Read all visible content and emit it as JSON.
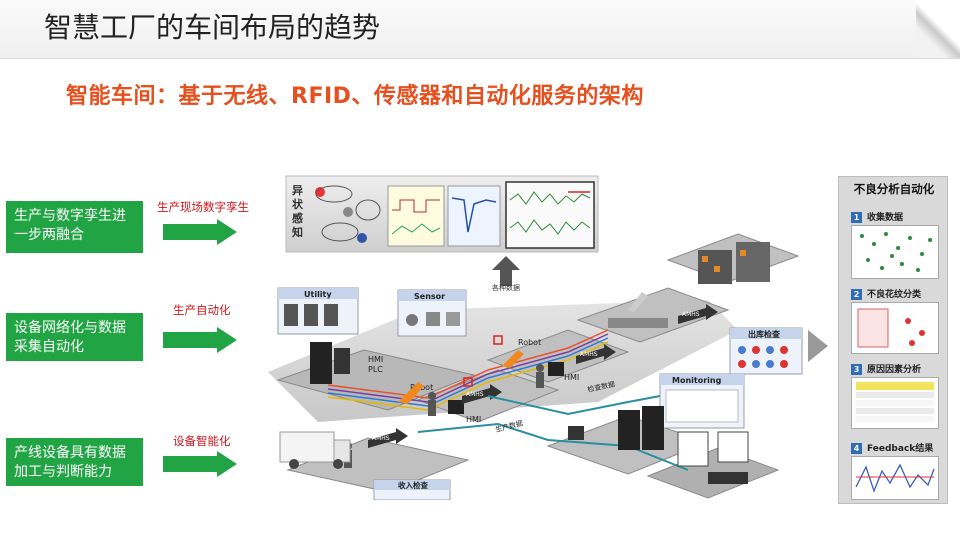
{
  "header": {
    "title": "智慧工厂的车间布局的趋势"
  },
  "subtitle": "智能车间：基于无线、RFID、传感器和自动化服务的架构",
  "left_items": [
    {
      "box": "生产与数字孪生进一步两融合",
      "label": "生产现场数字孪生"
    },
    {
      "box": "设备网络化与数据采集自动化",
      "label": "生产自动化"
    },
    {
      "box": "产线设备具有数据加工与判断能力",
      "label": "设备智能化"
    }
  ],
  "diagram": {
    "top_panel_label": "异状感知",
    "data_label": "各种数据",
    "utility": "Utility",
    "sensor": "Sensor",
    "hmi_plc": "HMI\nPLC",
    "robot": "Robot",
    "hmi": "HMI",
    "amhs": "AMHS",
    "outbound_check": "出库检查",
    "monitoring": "Monitoring",
    "inspection_data": "检查数据",
    "production_data": "生产数据",
    "inbound_check": "收入检查"
  },
  "right_panel": {
    "title": "不良分析自动化",
    "steps": [
      {
        "num": "1",
        "label": "收集数据"
      },
      {
        "num": "2",
        "label": "不良花纹分类"
      },
      {
        "num": "3",
        "label": "原因因素分析"
      },
      {
        "num": "4",
        "label": "Feedback结果"
      }
    ]
  },
  "colors": {
    "green": "#21a544",
    "orange": "#e5501e",
    "red": "#d1161b",
    "blue": "#2f6db5"
  }
}
